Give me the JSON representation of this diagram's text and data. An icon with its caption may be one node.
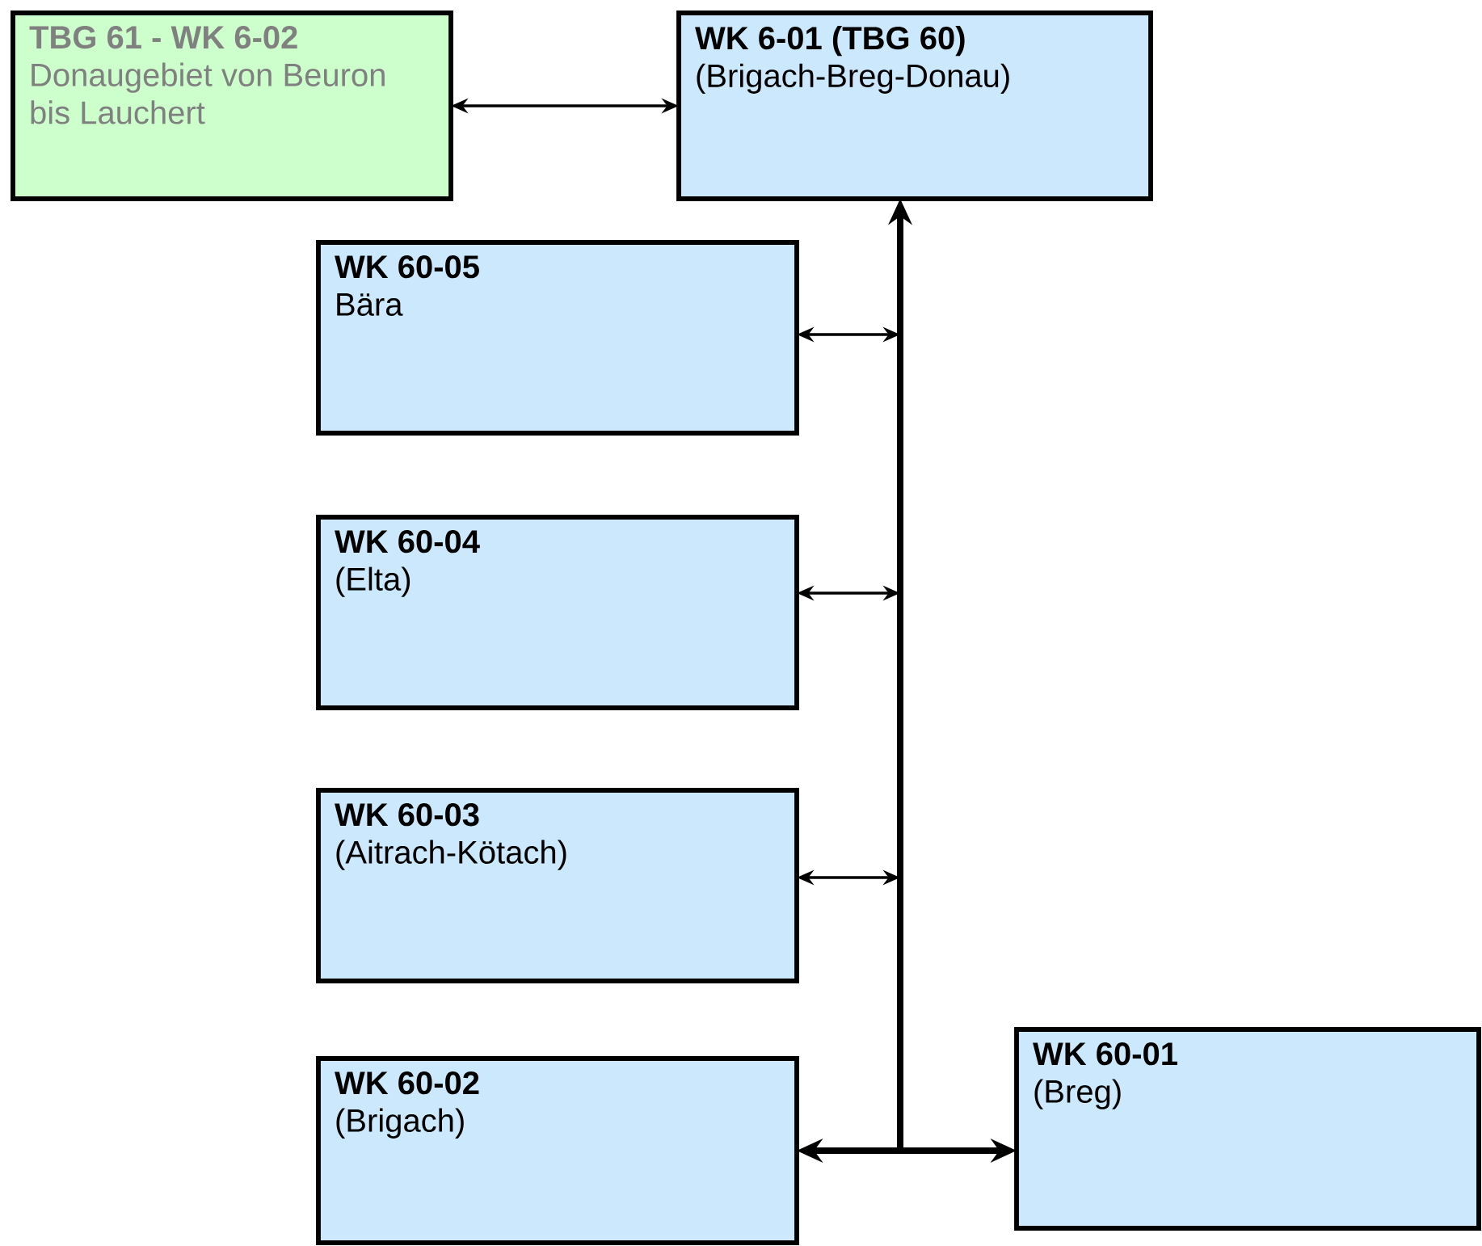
{
  "diagram": {
    "nodes": [
      {
        "text": [
          "TBG 61 - WK 6-02",
          "Donaugebiet von Beuron bis Lauchert"
        ]
      },
      {
        "text": [
          "WK 6-01 (TBG 60)",
          "(Brigach-Breg-Donau)"
        ]
      },
      {
        "text": [
          "WK 60-05",
          "Bära"
        ]
      },
      {
        "text": [
          "WK 60-04",
          "(Elta)"
        ]
      },
      {
        "text": [
          "WK 60-03",
          "(Aitrach-Kötach)"
        ]
      },
      {
        "text": [
          "WK 60-02",
          "(Brigach)"
        ]
      },
      {
        "text": [
          "WK 60-01",
          "(Breg)"
        ]
      }
    ],
    "edges": [
      {
        "from": 0,
        "to": 1,
        "arrow": "both"
      },
      {
        "from": 2,
        "to": null,
        "arrow": "both"
      },
      {
        "from": 3,
        "to": null,
        "arrow": "both"
      },
      {
        "from": 4,
        "to": null,
        "arrow": "both"
      },
      {
        "from": 5,
        "to": 6,
        "arrow": "both",
        "style": "thick"
      },
      {
        "from": null,
        "to": 1,
        "arrow": "to",
        "style": "thick"
      }
    ]
  }
}
